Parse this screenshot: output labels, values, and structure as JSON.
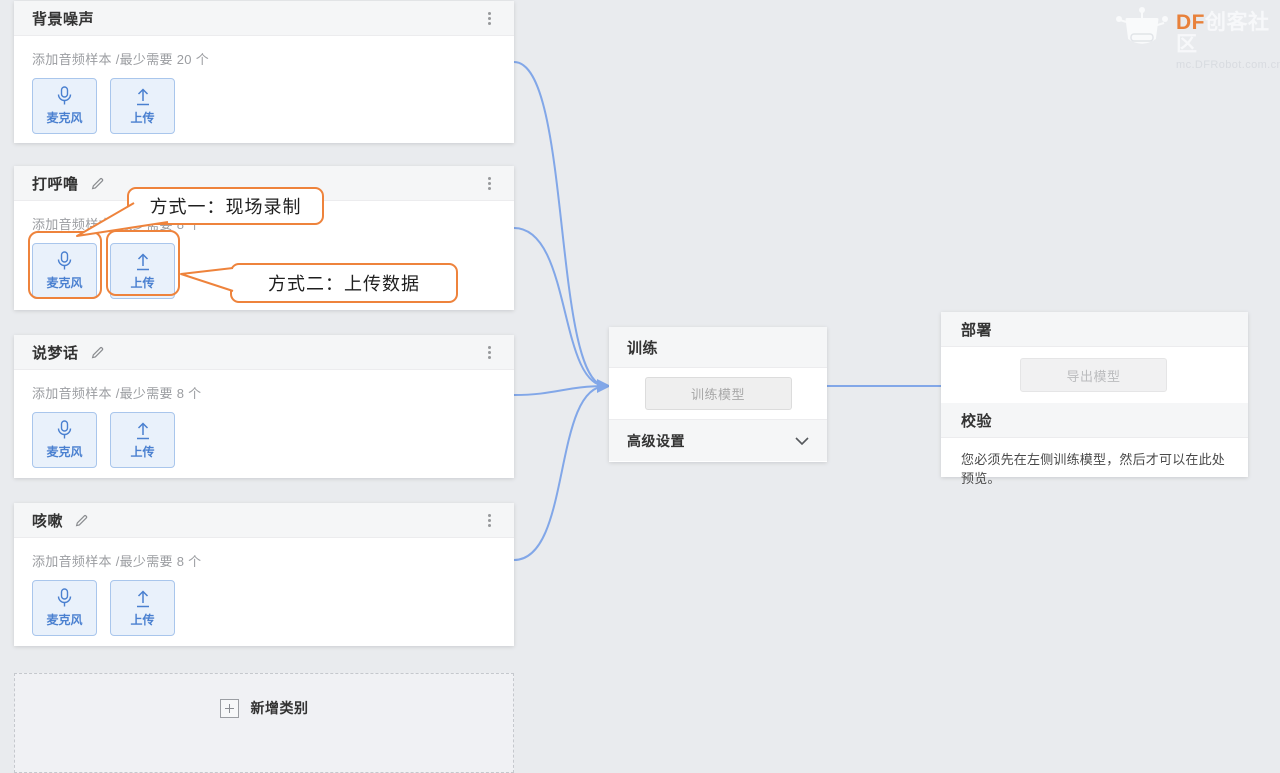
{
  "watermark": {
    "brand_df": "DF",
    "brand_rest": "创客社区",
    "url": "mc.DFRobot.com.cn"
  },
  "buttons": {
    "mic": "麦克风",
    "upload": "上传"
  },
  "classes": [
    {
      "title": "背景噪声",
      "hint": "添加音频样本 /最少需要 20 个"
    },
    {
      "title": "打呼噜",
      "hint": "添加音频样本 /最少需要 8 个"
    },
    {
      "title": "说梦话",
      "hint": "添加音频样本 /最少需要 8 个"
    },
    {
      "title": "咳嗽",
      "hint": "添加音频样本 /最少需要 8 个"
    }
  ],
  "add_category": {
    "label": "新增类别"
  },
  "training": {
    "title": "训练",
    "train_button": "训练模型",
    "advanced_label": "高级设置"
  },
  "deploy": {
    "title": "部署",
    "export_button": "导出模型",
    "verify_title": "校验",
    "verify_hint": "您必须先在左侧训练模型，然后才可以在此处预览。"
  },
  "annotations": {
    "method1": "方式一：现场录制",
    "method2": "方式二：上传数据"
  },
  "colors": {
    "annotation_orange": "#ee833c",
    "connector_blue": "#82a7e8",
    "button_blue": "#4a80d0",
    "button_blue_bg": "#e9f1fb",
    "page_bg": "#e9ebee"
  }
}
